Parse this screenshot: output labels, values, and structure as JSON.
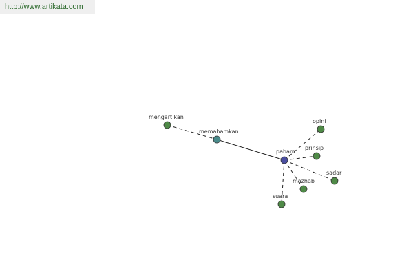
{
  "header": {
    "url_text": "http://www.artikata.com"
  },
  "graph": {
    "colors": {
      "center": "#4a4ea0",
      "primary": "#4a8c8c",
      "leaf": "#4f8a47",
      "edge": "#222222"
    },
    "nodes": [
      {
        "id": "paham",
        "label": "paham",
        "kind": "center"
      },
      {
        "id": "memahamkan",
        "label": "memahamkan",
        "kind": "primary"
      },
      {
        "id": "mengartikan",
        "label": "mengartikan",
        "kind": "leaf"
      },
      {
        "id": "opini",
        "label": "opini",
        "kind": "leaf"
      },
      {
        "id": "prinsip",
        "label": "prinsip",
        "kind": "leaf"
      },
      {
        "id": "sadar",
        "label": "sadar",
        "kind": "leaf"
      },
      {
        "id": "mazhab",
        "label": "mazhab",
        "kind": "leaf"
      },
      {
        "id": "suara",
        "label": "suara",
        "kind": "leaf"
      }
    ],
    "edges": [
      {
        "from": "memahamkan",
        "to": "paham",
        "style": "solid"
      },
      {
        "from": "mengartikan",
        "to": "memahamkan",
        "style": "dashed"
      },
      {
        "from": "paham",
        "to": "opini",
        "style": "dashed"
      },
      {
        "from": "paham",
        "to": "prinsip",
        "style": "dashed"
      },
      {
        "from": "paham",
        "to": "sadar",
        "style": "dashed"
      },
      {
        "from": "paham",
        "to": "mazhab",
        "style": "dashed"
      },
      {
        "from": "paham",
        "to": "suara",
        "style": "dashed"
      }
    ]
  }
}
